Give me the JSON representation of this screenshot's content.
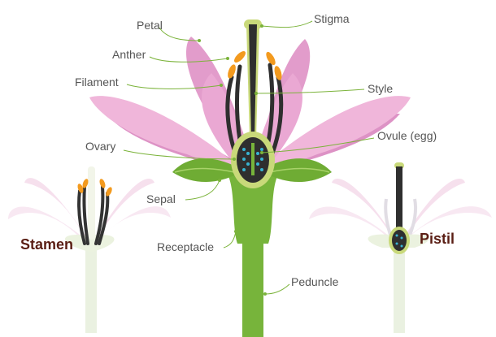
{
  "labels": {
    "stigma": "Stigma",
    "petal": "Petal",
    "anther": "Anther",
    "filament": "Filament",
    "style": "Style",
    "ovule": "Ovule (egg)",
    "ovary": "Ovary",
    "sepal": "Sepal",
    "receptacle": "Receptacle",
    "peduncle": "Peduncle"
  },
  "side_titles": {
    "stamen": "Stamen",
    "pistil": "Pistil"
  },
  "colors": {
    "petal": "#e7a3cf",
    "petal_dark": "#c775ad",
    "stem": "#77b43b",
    "stem_dark": "#5a9a29",
    "pistil": "#2f2f2f",
    "anther": "#f39a1e",
    "ovule": "#37b4d3",
    "title": "#5a1e14"
  }
}
